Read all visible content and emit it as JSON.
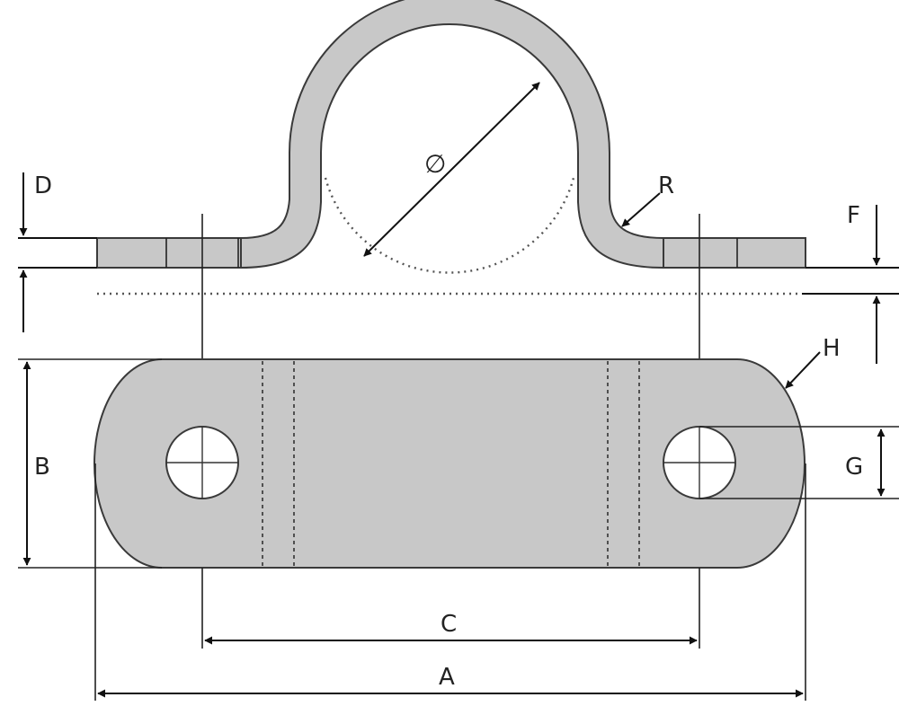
{
  "labels": {
    "diameter": "∅",
    "radius": "R",
    "a": "A",
    "b": "B",
    "c": "C",
    "d": "D",
    "f": "F",
    "g": "G",
    "h": "H"
  }
}
